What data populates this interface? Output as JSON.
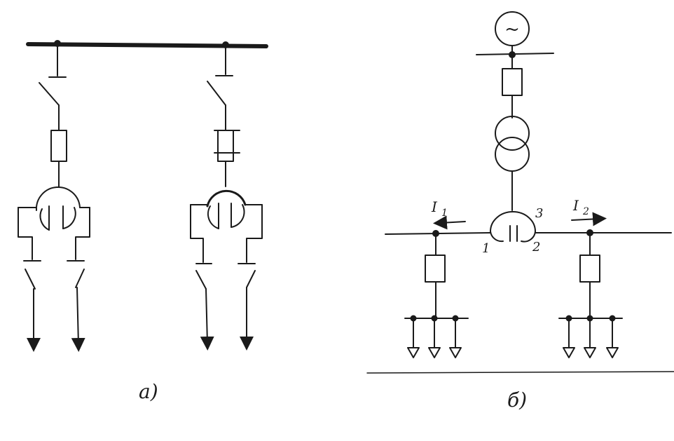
{
  "diagram": {
    "a": {
      "caption": "a)"
    },
    "b": {
      "caption": "б)",
      "current_left": "I",
      "current_left_sub": "1",
      "current_right": "I",
      "current_right_sub": "2",
      "terminal_1": "1",
      "terminal_2": "2",
      "terminal_3": "3",
      "generator_symbol": "~"
    },
    "icons": [
      "generator-icon",
      "transformer-icon",
      "split-reactor-icon",
      "switch-icon",
      "fuse-icon",
      "arrow-icon"
    ],
    "colors": {
      "ink": "#1a1a1a",
      "background": "#ffffff"
    }
  }
}
